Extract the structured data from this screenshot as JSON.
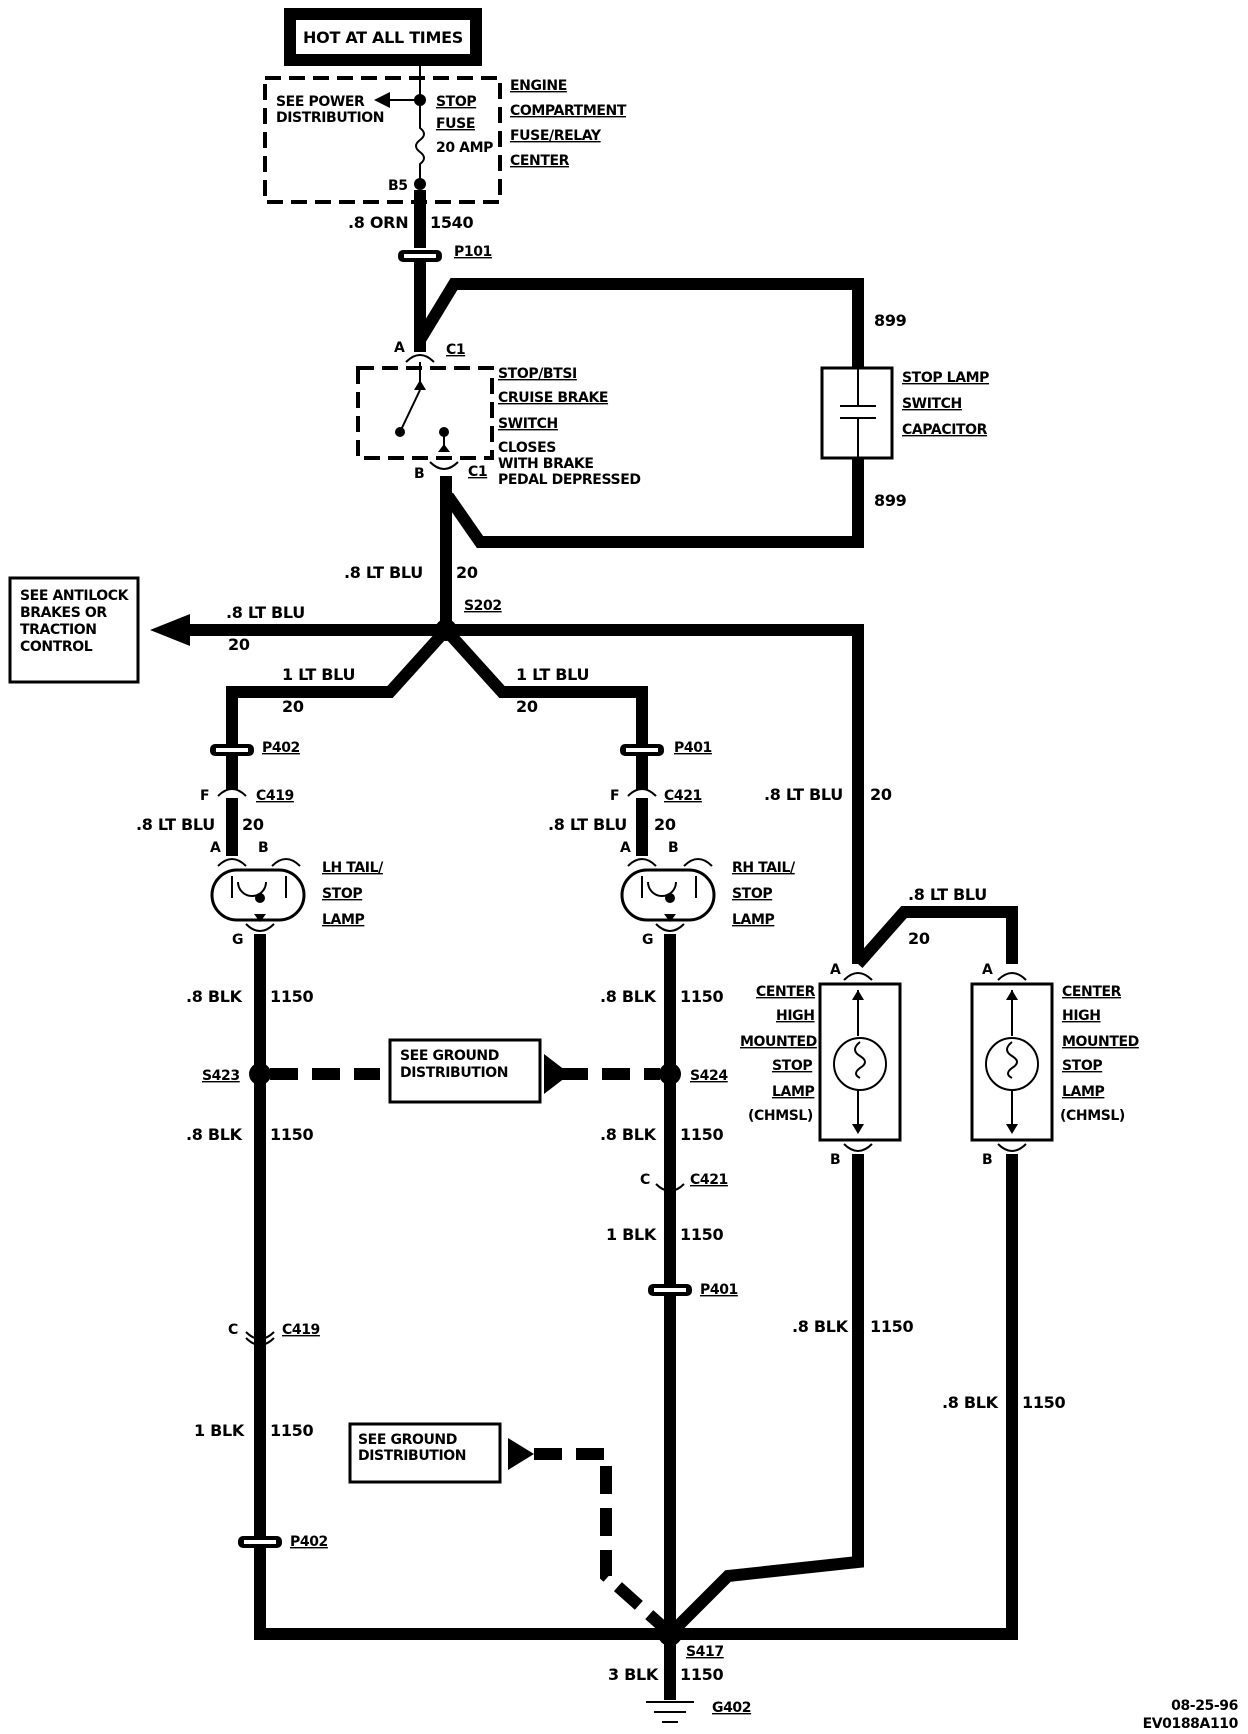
{
  "header": {
    "hot_label": "HOT AT ALL TIMES"
  },
  "fuse_block": {
    "see_label_1": "SEE POWER",
    "see_label_2": "DISTRIBUTION",
    "fuse_1": "STOP",
    "fuse_2": "FUSE",
    "fuse_3": "20 AMP",
    "terminal": "B5",
    "center_1": "ENGINE",
    "center_2": "COMPARTMENT",
    "center_3": "FUSE/RELAY",
    "center_4": "CENTER"
  },
  "wires": {
    "orn": ".8 ORN",
    "orn_circuit": "1540",
    "cap_circuit_top": "899",
    "cap_circuit_bottom": "899",
    "ltblu8": ".8 LT BLU",
    "ltblu1": "1 LT BLU",
    "c20": "20",
    "blk8": ".8 BLK",
    "blk1": "1 BLK",
    "blk3": "3 BLK",
    "c1150": "1150"
  },
  "connectors": {
    "p101": "P101",
    "p401": "P401",
    "p402": "P402",
    "c1": "C1",
    "c419": "C419",
    "c421": "C421",
    "s202": "S202",
    "s417": "S417",
    "s423": "S423",
    "s424": "S424",
    "g402": "G402",
    "pin_a": "A",
    "pin_b": "B",
    "pin_c": "C",
    "pin_f": "F",
    "pin_g": "G"
  },
  "switch": {
    "name_1": "STOP/BTSI",
    "name_2": "CRUISE BRAKE",
    "name_3": "SWITCH",
    "note_1": "CLOSES",
    "note_2": "WITH BRAKE",
    "note_3": "PEDAL DEPRESSED"
  },
  "capacitor": {
    "name_1": "STOP LAMP",
    "name_2": "SWITCH",
    "name_3": "CAPACITOR"
  },
  "antilock": {
    "line_1": "SEE ANTILOCK",
    "line_2": "BRAKES OR",
    "line_3": "TRACTION",
    "line_4": "CONTROL"
  },
  "lh_lamp": {
    "line_1": "LH TAIL/",
    "line_2": "STOP",
    "line_3": "LAMP"
  },
  "rh_lamp": {
    "line_1": "RH TAIL/",
    "line_2": "STOP",
    "line_3": "LAMP"
  },
  "chmsl": {
    "line_1": "CENTER",
    "line_2": "HIGH",
    "line_3": "MOUNTED",
    "line_4": "STOP",
    "line_5": "LAMP",
    "line_6": "(CHMSL)"
  },
  "ground_ref": {
    "line_1": "SEE GROUND",
    "line_2": "DISTRIBUTION"
  },
  "footer": {
    "date": "08-25-96",
    "code": "EV0188A110"
  }
}
